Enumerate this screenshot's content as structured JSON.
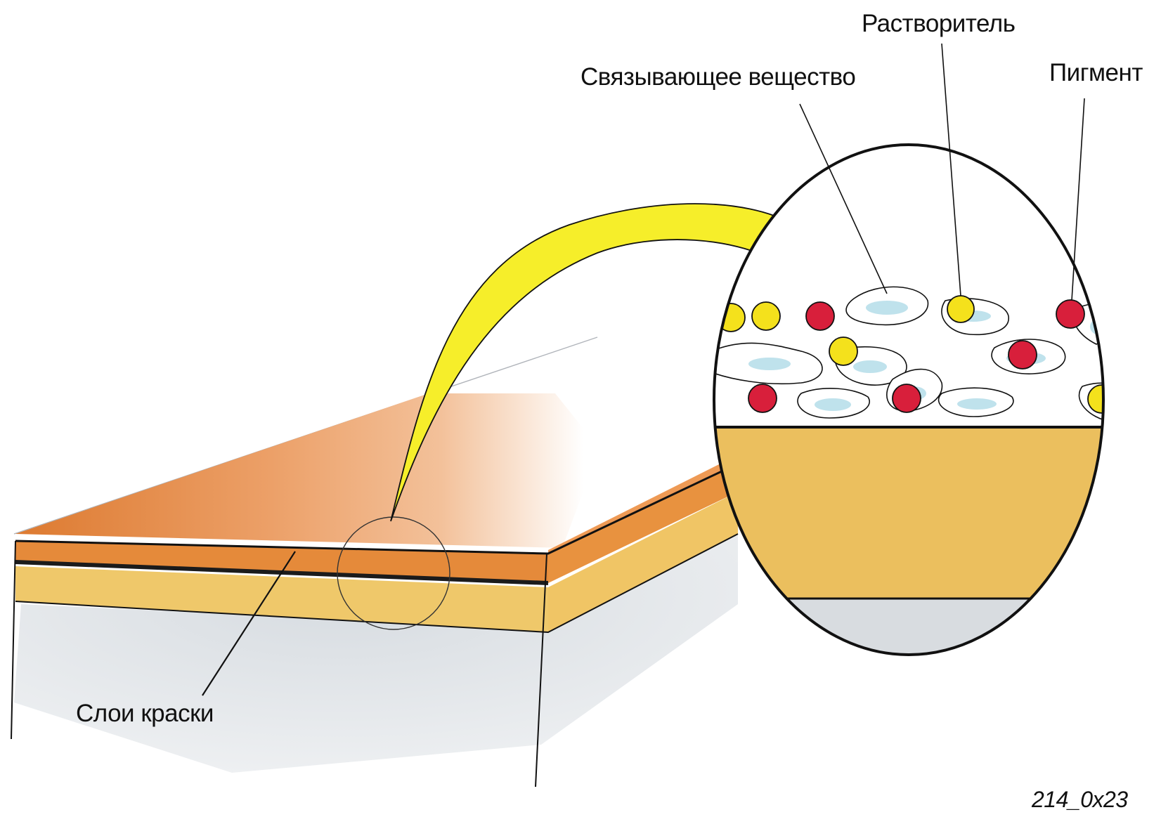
{
  "labels": {
    "solvent": "Растворитель",
    "binder": "Связывающее вещество",
    "pigment": "Пигмент",
    "paint_layers": "Слои краски"
  },
  "figure_code": "214_0x23",
  "colors": {
    "paint_top_layer": "#e7a05c",
    "paint_edge_orange": "#e58a3a",
    "base_layer_yellow": "#efc86a",
    "magnified_base": "#ebbf5e",
    "shadow_gray": "#d7dbe0",
    "solvent_particle": "#f4e11c",
    "pigment_particle": "#d81f3b",
    "binder_fill": "#bfe2ec",
    "arrow_yellow": "#f6ee2a"
  }
}
